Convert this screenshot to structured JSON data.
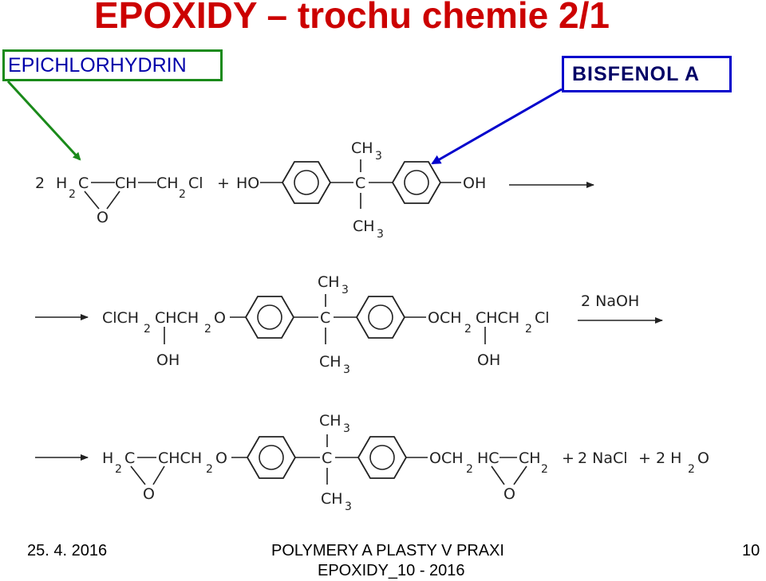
{
  "slide": {
    "title": "EPOXIDY – trochu chemie 2/1",
    "label_left": "EPICHLORHYDRIN",
    "label_right": "BISFENOL  A",
    "footer_date": "25. 4.  2016",
    "footer_title": "POLYMERY A PLASTY V PRAXI",
    "footer_subtitle": "EPOXIDY_10 - 2016",
    "page_number": "10"
  },
  "colors": {
    "title": "#cc0000",
    "left_arrow": "#1a8a1a",
    "right_arrow": "#0000cc"
  },
  "reaction": {
    "row1": {
      "coef": "2",
      "epi_h2c": "H",
      "epi_h2c_sub": "2",
      "epi_c": "C",
      "epi_ch": "CH",
      "epi_ch2cl": "CH",
      "epi_ch2cl_sub": "2",
      "epi_cl": "Cl",
      "epi_o": "O",
      "plus": "+",
      "ho": "HO",
      "oh": "OH",
      "ch3_top": "CH",
      "ch3_top_sub": "3",
      "c_center": "C",
      "ch3_bottom": "CH",
      "ch3_bottom_sub": "3"
    },
    "row2": {
      "left_group": "ClCH",
      "left_sub1": "2",
      "left_mid": "CHCH",
      "left_sub2": "2",
      "left_o": "O",
      "left_oh": "OH",
      "ch3_top": "CH",
      "ch3_top_sub": "3",
      "c_center": "C",
      "ch3_bottom": "CH",
      "ch3_bottom_sub": "3",
      "right_group": "OCH",
      "right_sub1": "2",
      "right_mid": "CHCH",
      "right_sub2": "2",
      "right_cl": "Cl",
      "right_oh": "OH",
      "reagent": "2 NaOH"
    },
    "row3": {
      "left_h2c": "H",
      "left_h2c_sub": "2",
      "left_c": "C",
      "left_chch": "CHCH",
      "left_sub": "2",
      "left_o_link": "O",
      "left_epo_o": "O",
      "ch3_top": "CH",
      "ch3_top_sub": "3",
      "c_center": "C",
      "ch3_bottom": "CH",
      "ch3_bottom_sub": "3",
      "right_och": "OCH",
      "right_sub1": "2",
      "right_hc": "HC",
      "right_ch": "CH",
      "right_sub2": "2",
      "right_epo_o": "O",
      "plus1": "+",
      "nacl": "2 NaCl",
      "plus2": "+",
      "water": "2 H",
      "water_sub": "2",
      "water_o": "O"
    }
  }
}
